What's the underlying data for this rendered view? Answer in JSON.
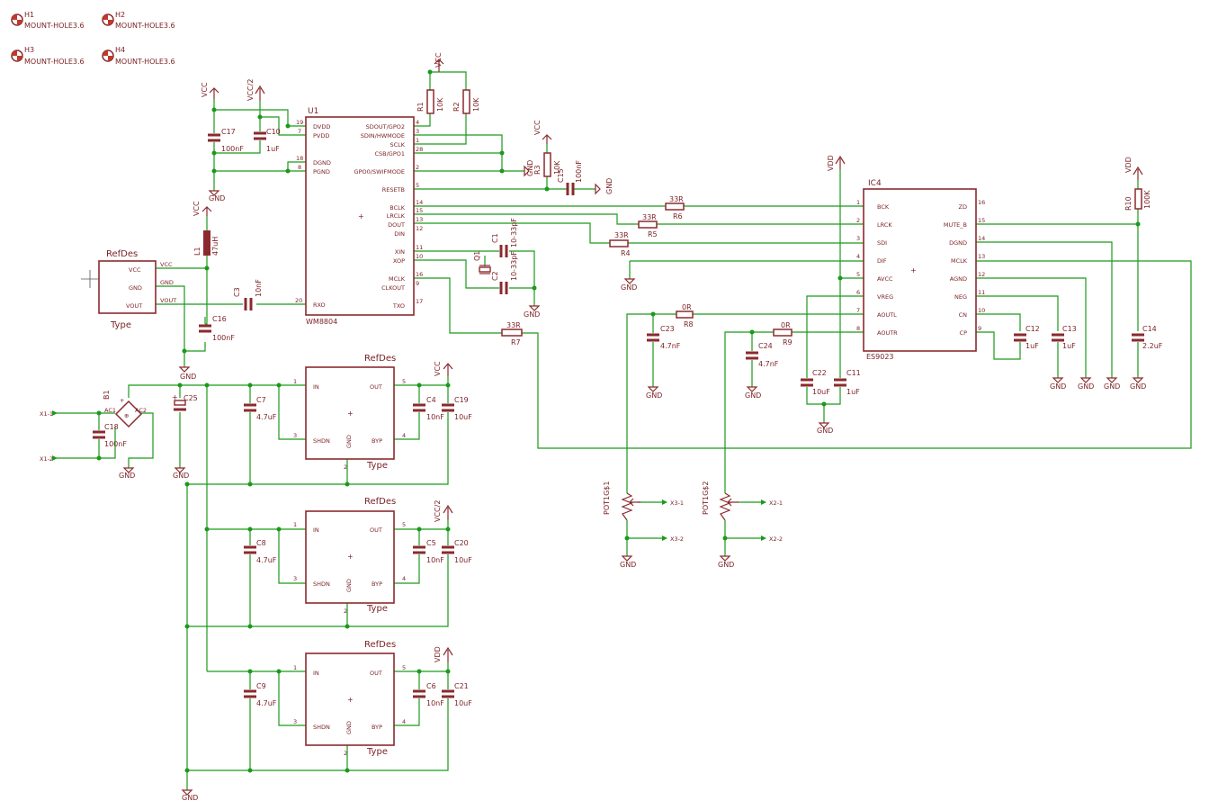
{
  "mount_holes": [
    {
      "ref": "H1",
      "value": "MOUNT-HOLE3.6"
    },
    {
      "ref": "H2",
      "value": "MOUNT-HOLE3.6"
    },
    {
      "ref": "H3",
      "value": "MOUNT-HOLE3.6"
    },
    {
      "ref": "H4",
      "value": "MOUNT-HOLE3.6"
    }
  ],
  "u1": {
    "ref": "U1",
    "value": "WM8804",
    "left_pins": [
      {
        "num": "19",
        "name": "DVDD"
      },
      {
        "num": "7",
        "name": "PVDD"
      },
      {
        "num": "18",
        "name": "DGND"
      },
      {
        "num": "8",
        "name": "PGND"
      },
      {
        "num": "20",
        "name": "RXO"
      }
    ],
    "right_pins": [
      {
        "num": "4",
        "name": "SDOUT/GPO2"
      },
      {
        "num": "3",
        "name": "SDIN/HWMODE"
      },
      {
        "num": "1",
        "name": "SCLK"
      },
      {
        "num": "28",
        "name": "CSB/GPO1"
      },
      {
        "num": "2",
        "name": "GPO0/SWIFMODE"
      },
      {
        "num": "5",
        "name": "RESETB"
      },
      {
        "num": "14",
        "name": "BCLK"
      },
      {
        "num": "15",
        "name": "LRCLK"
      },
      {
        "num": "13",
        "name": "DOUT"
      },
      {
        "num": "12",
        "name": "DIN"
      },
      {
        "num": "11",
        "name": "XIN"
      },
      {
        "num": "10",
        "name": "XOP"
      },
      {
        "num": "16",
        "name": "MCLK"
      },
      {
        "num": "9",
        "name": "CLKOUT"
      },
      {
        "num": "17",
        "name": "TXO"
      }
    ]
  },
  "ic4": {
    "ref": "IC4",
    "value": "ES9023",
    "left_pins": [
      {
        "num": "1",
        "name": "BCK"
      },
      {
        "num": "2",
        "name": "LRCK"
      },
      {
        "num": "3",
        "name": "SDI"
      },
      {
        "num": "4",
        "name": "DIF"
      },
      {
        "num": "5",
        "name": "AVCC"
      },
      {
        "num": "6",
        "name": "VREG"
      },
      {
        "num": "7",
        "name": "AOUTL"
      },
      {
        "num": "8",
        "name": "AOUTR"
      }
    ],
    "right_pins": [
      {
        "num": "16",
        "name": "ZD"
      },
      {
        "num": "15",
        "name": "MUTE_B"
      },
      {
        "num": "14",
        "name": "DGND"
      },
      {
        "num": "13",
        "name": "MCLK"
      },
      {
        "num": "12",
        "name": "AGND"
      },
      {
        "num": "11",
        "name": "NEG"
      },
      {
        "num": "10",
        "name": "CN"
      },
      {
        "num": "9",
        "name": "CP"
      }
    ]
  },
  "receiver": {
    "ref": "RefDes",
    "type": "Type",
    "pins": [
      "VCC",
      "GND",
      "VOUT"
    ]
  },
  "regulators": [
    {
      "ref": "RefDes",
      "type": "Type",
      "out": "VCC",
      "cin": "C7",
      "cin_v": "4.7uF",
      "cb": "C4",
      "cb_v": "10nF",
      "co": "C19",
      "co_v": "10uF"
    },
    {
      "ref": "RefDes",
      "type": "Type",
      "out": "VCC/2",
      "cin": "C8",
      "cin_v": "4.7uF",
      "cb": "C5",
      "cb_v": "10nF",
      "co": "C20",
      "co_v": "10uF"
    },
    {
      "ref": "RefDes",
      "type": "Type",
      "out": "VDD",
      "cin": "C9",
      "cin_v": "4.7uF",
      "cb": "C6",
      "cb_v": "10nF",
      "co": "C21",
      "co_v": "10uF"
    }
  ],
  "reg_pins": {
    "in": "IN",
    "out": "OUT",
    "shdn": "SHDN",
    "gnd": "GND",
    "byp": "BYP",
    "n1": "1",
    "n3": "3",
    "n5": "5",
    "n4": "4",
    "n2": "2"
  },
  "labels": {
    "gnd": "GND",
    "vcc": "VCC",
    "vcc2": "VCC/2",
    "vdd": "VDD",
    "x1_1": "X1-1",
    "x1_2": "X1-2",
    "x2_1": "X2-1",
    "x2_2": "X2-2",
    "x3_1": "X3-1",
    "x3_2": "X3-2",
    "b1": "B1",
    "ac1": "AC1",
    "ac2": "AC2",
    "pot1": "POT1G$1",
    "pot2": "POT1G$2",
    "q1": "Q1"
  },
  "parts": {
    "c17": "C17",
    "c17v": "100nF",
    "c10": "C10",
    "c10v": "1uF",
    "l1": "L1",
    "l1v": "47uH",
    "c3": "C3",
    "c3v": "10nF",
    "c16": "C16",
    "c16v": "100nF",
    "r1": "R1",
    "r1v": "10K",
    "r2": "R2",
    "r2v": "10K",
    "r3": "R3",
    "r3v": "10K",
    "c15": "C15",
    "c15v": "100nF",
    "c1": "C1",
    "c1v": "10-33pF",
    "c2": "C2",
    "c2v": "10-33pF",
    "r7": "R7",
    "r7v": "33R",
    "r6": "R6",
    "r6v": "33R",
    "r5": "R5",
    "r5v": "33R",
    "r4": "R4",
    "r4v": "33R",
    "r8": "R8",
    "r8v": "0R",
    "r9": "R9",
    "r9v": "0R",
    "c23": "C23",
    "c23v": "4.7nF",
    "c24": "C24",
    "c24v": "4.7nF",
    "c22": "C22",
    "c22v": "10uF",
    "c11": "C11",
    "c11v": "1uF",
    "c12": "C12",
    "c12v": "1uF",
    "c13": "C13",
    "c13v": "1uF",
    "r10": "R10",
    "r10v": "100K",
    "c14": "C14",
    "c14v": "2.2uF",
    "c18": "C18",
    "c18v": "100nF",
    "c25": "C25"
  }
}
